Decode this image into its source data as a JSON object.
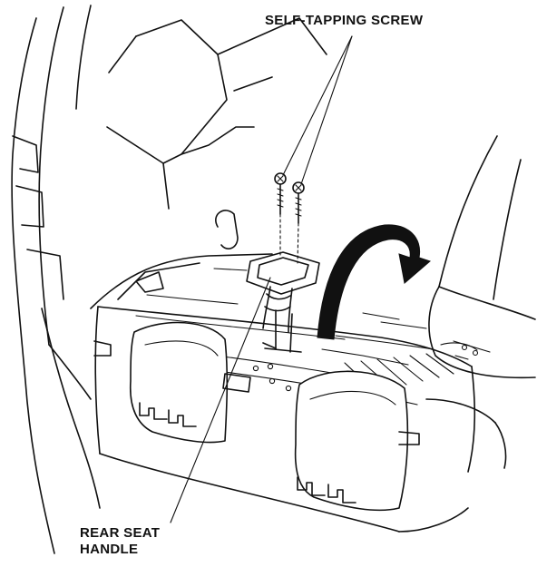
{
  "labels": {
    "screw": "SELF-TAPPING SCREW",
    "handle_line1": "REAR SEAT",
    "handle_line2": "HANDLE"
  }
}
